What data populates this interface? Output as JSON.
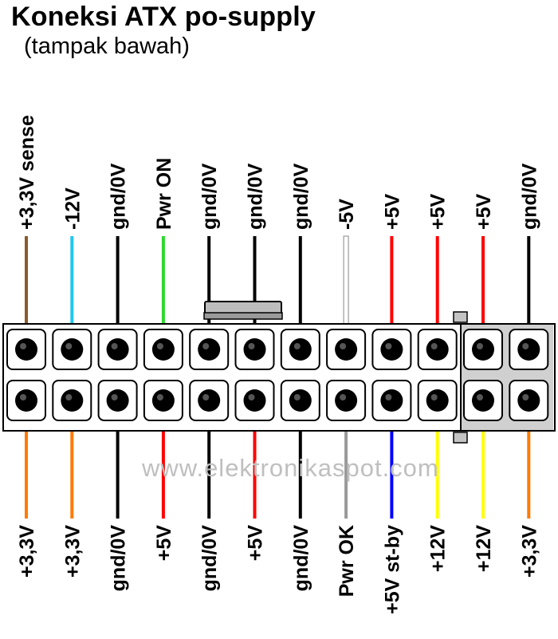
{
  "header": {
    "title": "Koneksi ATX po-supply",
    "subtitle": "(tampak bawah)"
  },
  "watermark": "www.elektronikaspot.com",
  "connector": {
    "top_row": [
      {
        "label": "+3,3V sense",
        "wire_color": "#8b5a2b"
      },
      {
        "label": "-12V",
        "wire_color": "#1ec8f0"
      },
      {
        "label": "gnd/0V",
        "wire_color": "#000000"
      },
      {
        "label": "Pwr ON",
        "wire_color": "#2ed82e"
      },
      {
        "label": "gnd/0V",
        "wire_color": "#000000"
      },
      {
        "label": "gnd/0V",
        "wire_color": "#000000"
      },
      {
        "label": "gnd/0V",
        "wire_color": "#000000"
      },
      {
        "label": "-5V",
        "wire_color": "#ffffff"
      },
      {
        "label": "+5V",
        "wire_color": "#ff0000"
      },
      {
        "label": "+5V",
        "wire_color": "#ff0000"
      },
      {
        "label": "+5V",
        "wire_color": "#ff0000"
      },
      {
        "label": "gnd/0V",
        "wire_color": "#000000"
      }
    ],
    "bottom_row": [
      {
        "label": "+3,3V",
        "wire_color": "#ff7a00"
      },
      {
        "label": "+3,3V",
        "wire_color": "#ff7a00"
      },
      {
        "label": "gnd/0V",
        "wire_color": "#000000"
      },
      {
        "label": "+5V",
        "wire_color": "#ff0000"
      },
      {
        "label": "gnd/0V",
        "wire_color": "#000000"
      },
      {
        "label": "+5V",
        "wire_color": "#ff0000"
      },
      {
        "label": "gnd/0V",
        "wire_color": "#000000"
      },
      {
        "label": "Pwr OK",
        "wire_color": "#999999"
      },
      {
        "label": "+5V st-by",
        "wire_color": "#0000ff"
      },
      {
        "label": "+12V",
        "wire_color": "#ffff00"
      },
      {
        "label": "+12V",
        "wire_color": "#ffff00"
      },
      {
        "label": "+3,3V",
        "wire_color": "#ff7a00"
      }
    ]
  }
}
